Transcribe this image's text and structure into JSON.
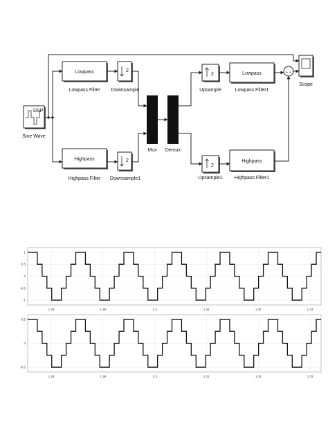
{
  "diagram": {
    "blocks": {
      "sine": {
        "label": "Sine Wave",
        "inner": "DSP"
      },
      "lowpass": {
        "label": "Lowpass Filter",
        "inner": "Lowpass"
      },
      "highpass": {
        "label": "Highpass Filter",
        "inner": "Highpass"
      },
      "downsample": {
        "label": "Downsample",
        "factor": "2"
      },
      "downsample1": {
        "label": "Downsample1",
        "factor": "2"
      },
      "mux": {
        "label": "Mux"
      },
      "demux": {
        "label": "Demux"
      },
      "upsample": {
        "label": "Upsample",
        "factor": "2"
      },
      "upsample1": {
        "label": "Upsample1",
        "factor": "2"
      },
      "lowpass1": {
        "label": "Lowpass Filter1",
        "inner": "Lowpass"
      },
      "highpass1": {
        "label": "Highpass Filter1",
        "inner": "Highpass"
      },
      "sum": {
        "signs": "+ +"
      },
      "scope": {
        "label": "Scope"
      }
    }
  },
  "chart_data": [
    {
      "type": "line",
      "x_ticks": [
        "1.28",
        "1.29",
        "1.3",
        "1.31",
        "1.32",
        "1.33"
      ],
      "y_ticks": [
        "1",
        "0.5",
        "0",
        "-0.5",
        "-1"
      ],
      "ylim": [
        -1.2,
        1.2
      ],
      "grid": true,
      "series": [
        {
          "levels": [
            0,
            0.5,
            1,
            1,
            0.5,
            0,
            -0.5,
            -1,
            -1,
            -0.5
          ],
          "periods": 6.1
        }
      ]
    },
    {
      "type": "line",
      "x_ticks": [
        "1.28",
        "1.29",
        "1.3",
        "1.31",
        "1.32",
        "1.33"
      ],
      "y_ticks": [
        "0.5",
        "0",
        "-0.5"
      ],
      "ylim": [
        -0.6,
        0.6
      ],
      "grid": true,
      "series": [
        {
          "levels": [
            0,
            0.25,
            0.5,
            0.5,
            0.25,
            0,
            -0.25,
            -0.5,
            -0.5,
            -0.25
          ],
          "periods": 6.1
        }
      ]
    }
  ]
}
